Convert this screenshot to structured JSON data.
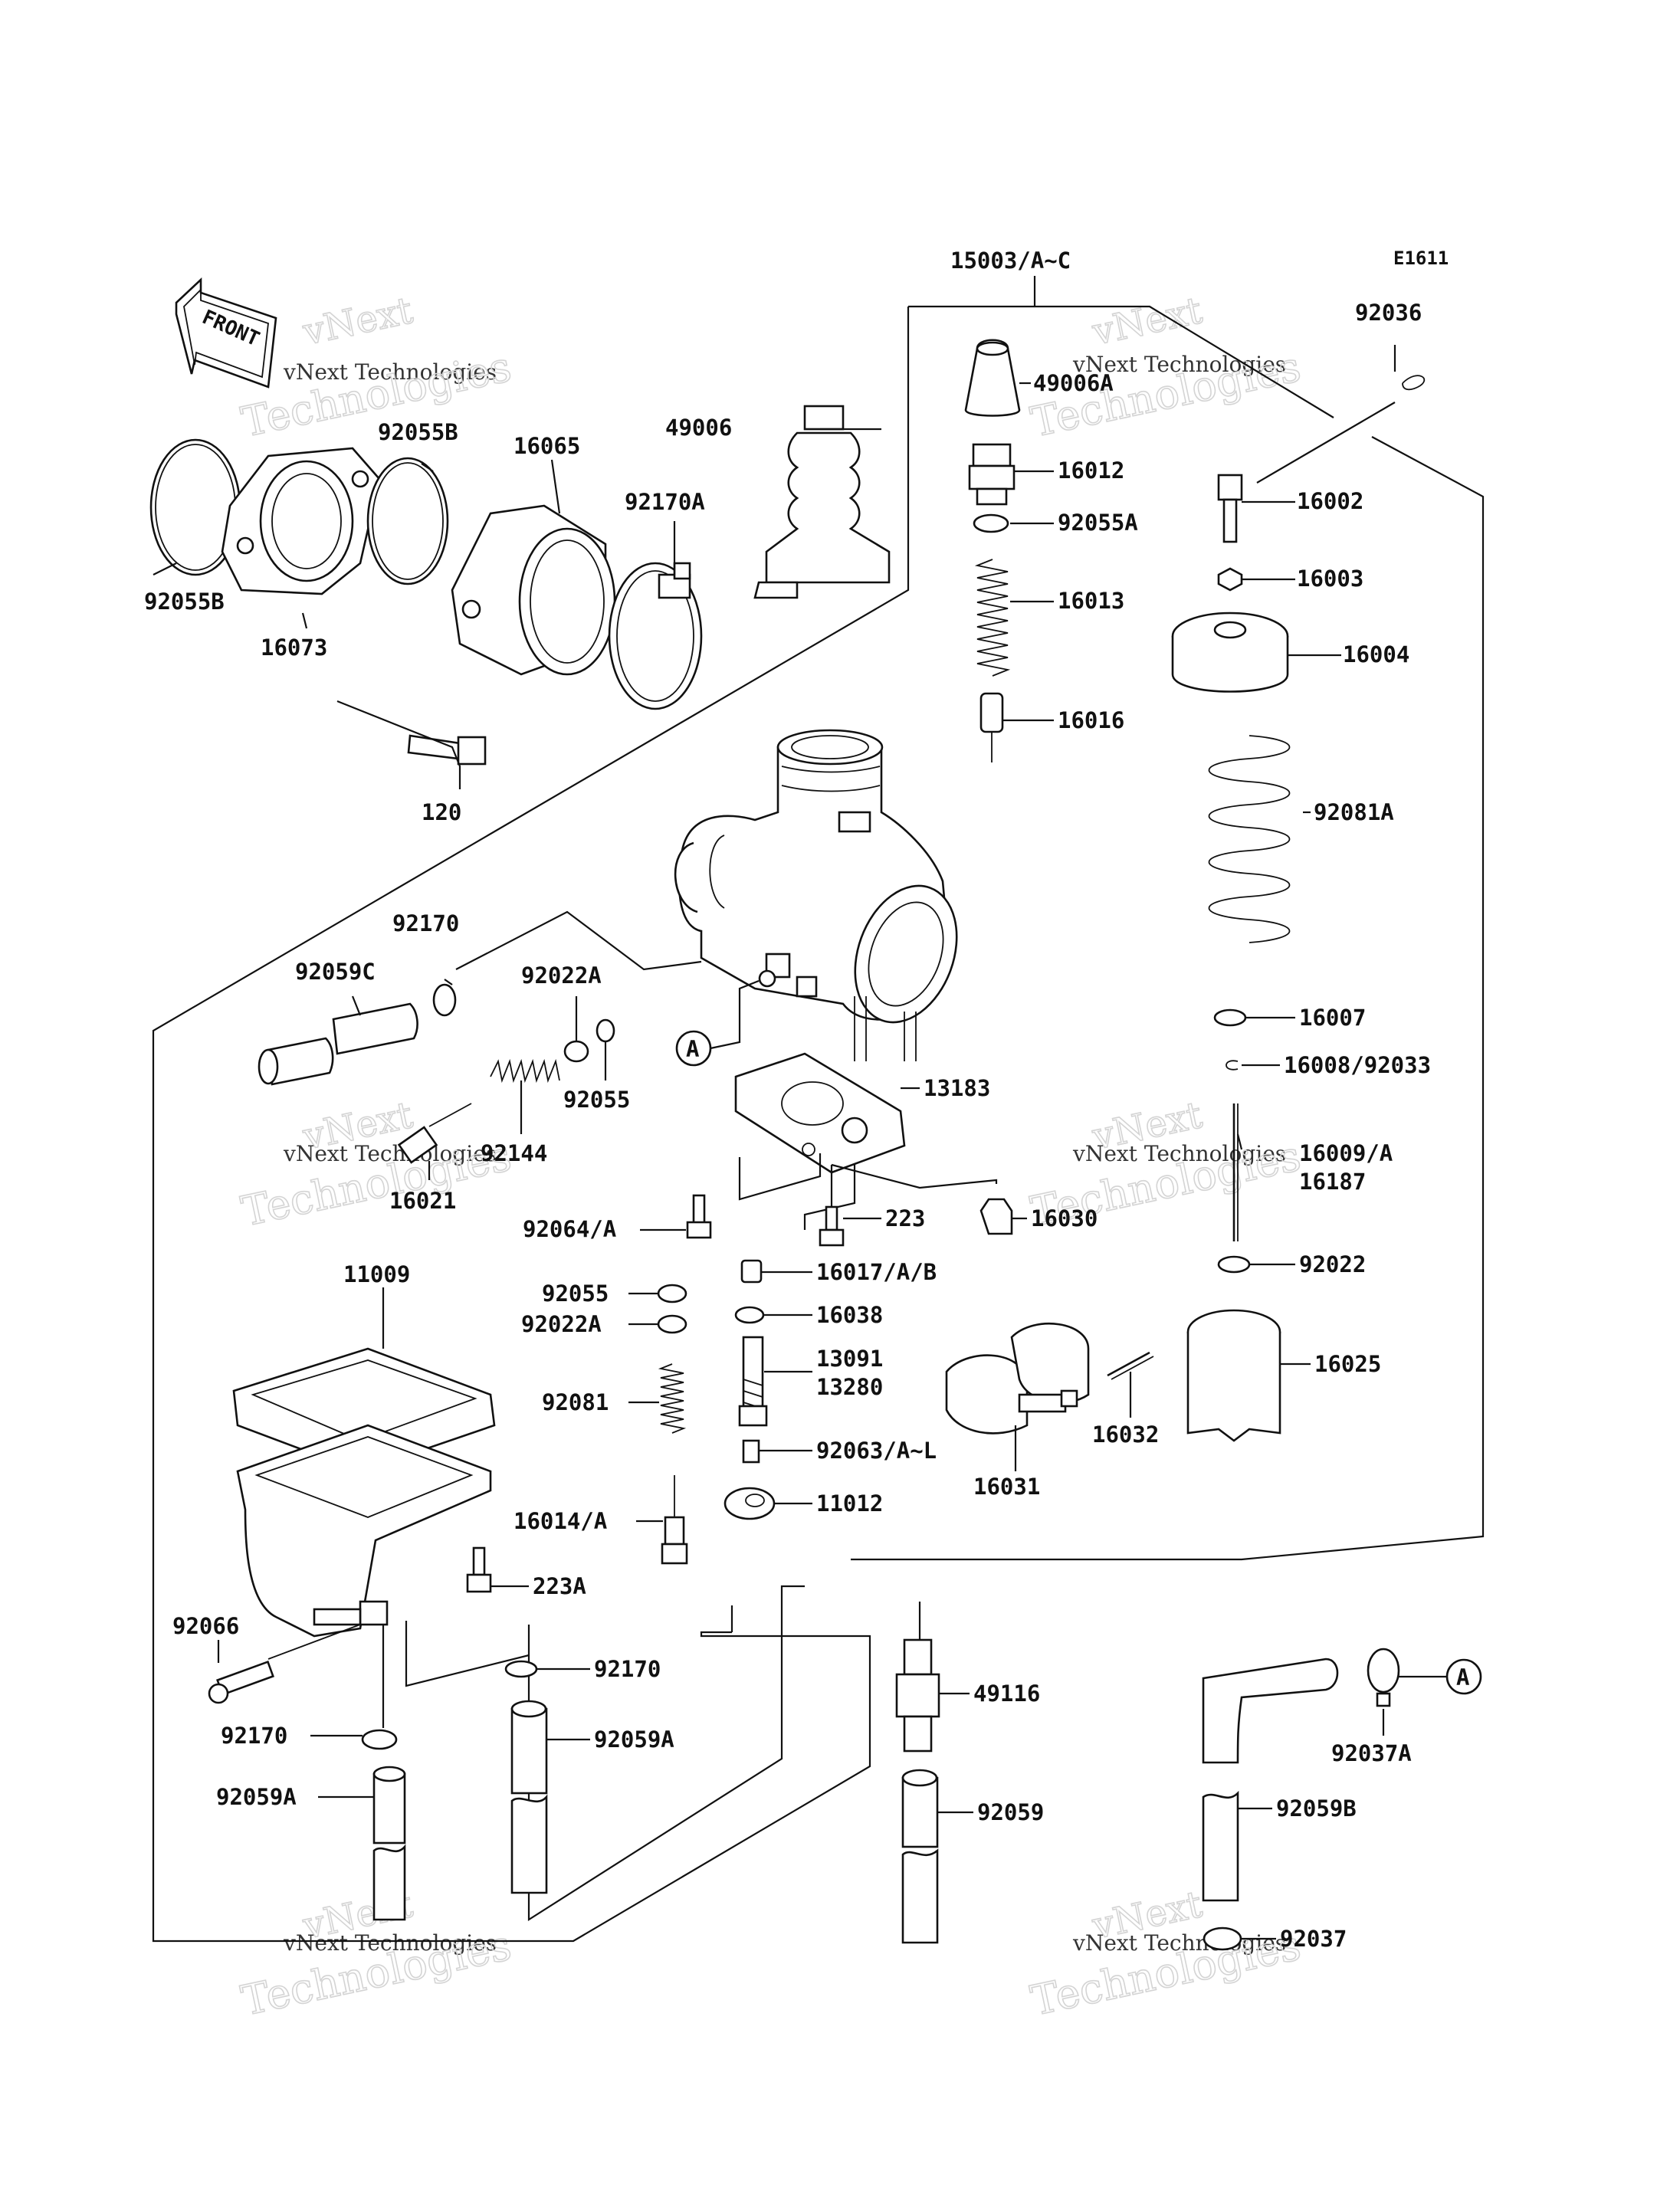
{
  "diagram_code": "E1611",
  "front_label": "FRONT",
  "watermark": {
    "line1": "vNext",
    "line2": "vNext Technologies",
    "line3": "Technologies"
  },
  "callout_A": "A",
  "labels": {
    "p15003": "15003/A~C",
    "p92036": "92036",
    "p49006A": "49006A",
    "p49006": "49006",
    "p16012": "16012",
    "p92055A": "92055A",
    "p16002": "16002",
    "p16003": "16003",
    "p16013": "16013",
    "p16004": "16004",
    "p16016": "16016",
    "p92081A": "92081A",
    "p92055B_top": "92055B",
    "p16065": "16065",
    "p92170A": "92170A",
    "p92055B_left": "92055B",
    "p16073": "16073",
    "p120": "120",
    "p92170_top": "92170",
    "p92059C": "92059C",
    "p92022A_top": "92022A",
    "p92055_mid": "92055",
    "p92144": "92144",
    "p16021": "16021",
    "p16007": "16007",
    "p16008": "16008/92033",
    "p13183": "13183",
    "p16009": "16009/A",
    "p16187": "16187",
    "p92064": "92064/A",
    "p223": "223",
    "p16030": "16030",
    "p92022": "92022",
    "p11009": "11009",
    "p92055_low": "92055",
    "p16017": "16017/A/B",
    "p92022A_low": "92022A",
    "p16038": "16038",
    "p13091": "13091",
    "p13280": "13280",
    "p16025": "16025",
    "p92081": "92081",
    "p92063": "92063/A~L",
    "p16032": "16032",
    "p16031": "16031",
    "p16014": "16014/A",
    "p11012": "11012",
    "p223A": "223A",
    "p92066": "92066",
    "p92170_mid": "92170",
    "p92170_low": "92170",
    "p49116": "49116",
    "p92059A_mid": "92059A",
    "p92037A": "92037A",
    "p92059A_low": "92059A",
    "p92059": "92059",
    "p92059B": "92059B",
    "p92037": "92037"
  }
}
